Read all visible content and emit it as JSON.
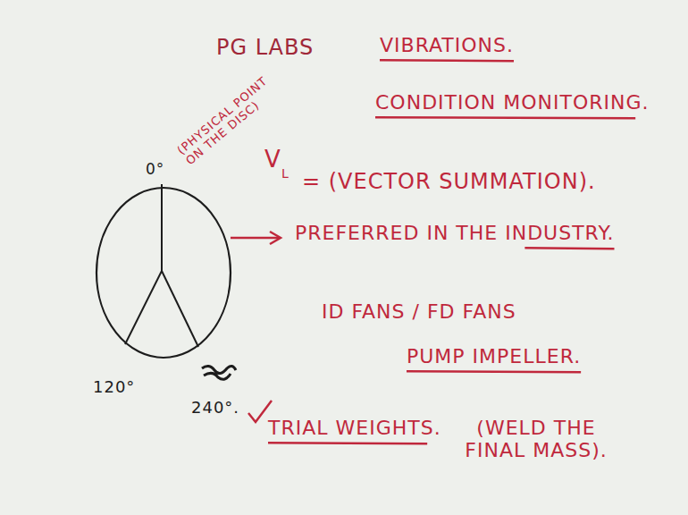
{
  "diagram": {
    "labels": [
      "PG LABS",
      "VIBRATIONS.",
      "CONDITION MONITORING.",
      "0°",
      "(PHYSICAL POINT ON THE DISC)",
      "V",
      "L",
      "= (VECTOR SUMMATION).",
      "PREFERRED IN THE INDUSTRY.",
      "ID FANS / FD FANS",
      "PUMP IMPELLER.",
      "120°",
      "240°.",
      "TRIAL WEIGHTS.",
      "(WELD THE FINAL MASS)."
    ]
  }
}
